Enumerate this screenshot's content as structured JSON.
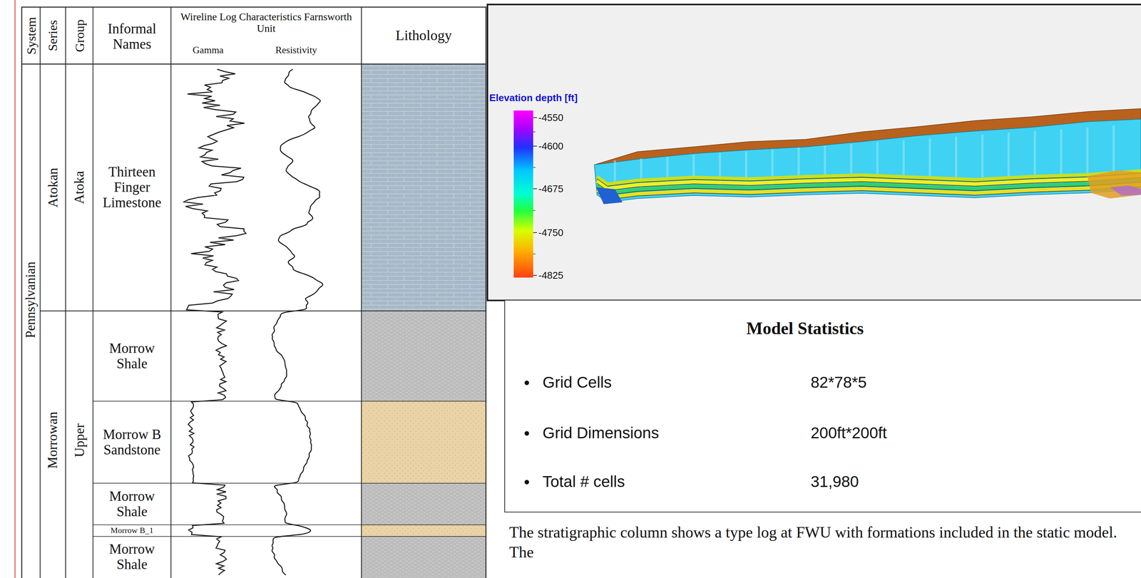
{
  "diagram": {
    "caption": "The stratigraphic column shows a type log at FWU with formations included in the static model. The",
    "nodes": [
      {
        "text": [
          "Model Statistics",
          "Grid Cells",
          "82*78*5",
          "Grid Dimensions",
          "200ft*200ft",
          "Total # cells",
          "31,980"
        ]
      }
    ],
    "labels": [
      "System",
      "Series",
      "Group",
      "Informal Names",
      "Wireline Log Characteristics Farnsworth Unit",
      "Gamma",
      "Resistivity",
      "Lithology",
      "Pennsylvanian",
      "Atokan",
      "Morrowan",
      "Atoka",
      "Upper",
      "Thirteen Finger Limestone",
      "Morrow Shale",
      "Morrow B Sandstone",
      "Morrow Shale",
      "Morrow B_1",
      "Morrow Shale",
      "Elevation depth [ft]",
      "-4550",
      "-4600",
      "-4675",
      "-4750",
      "-4825"
    ]
  }
}
